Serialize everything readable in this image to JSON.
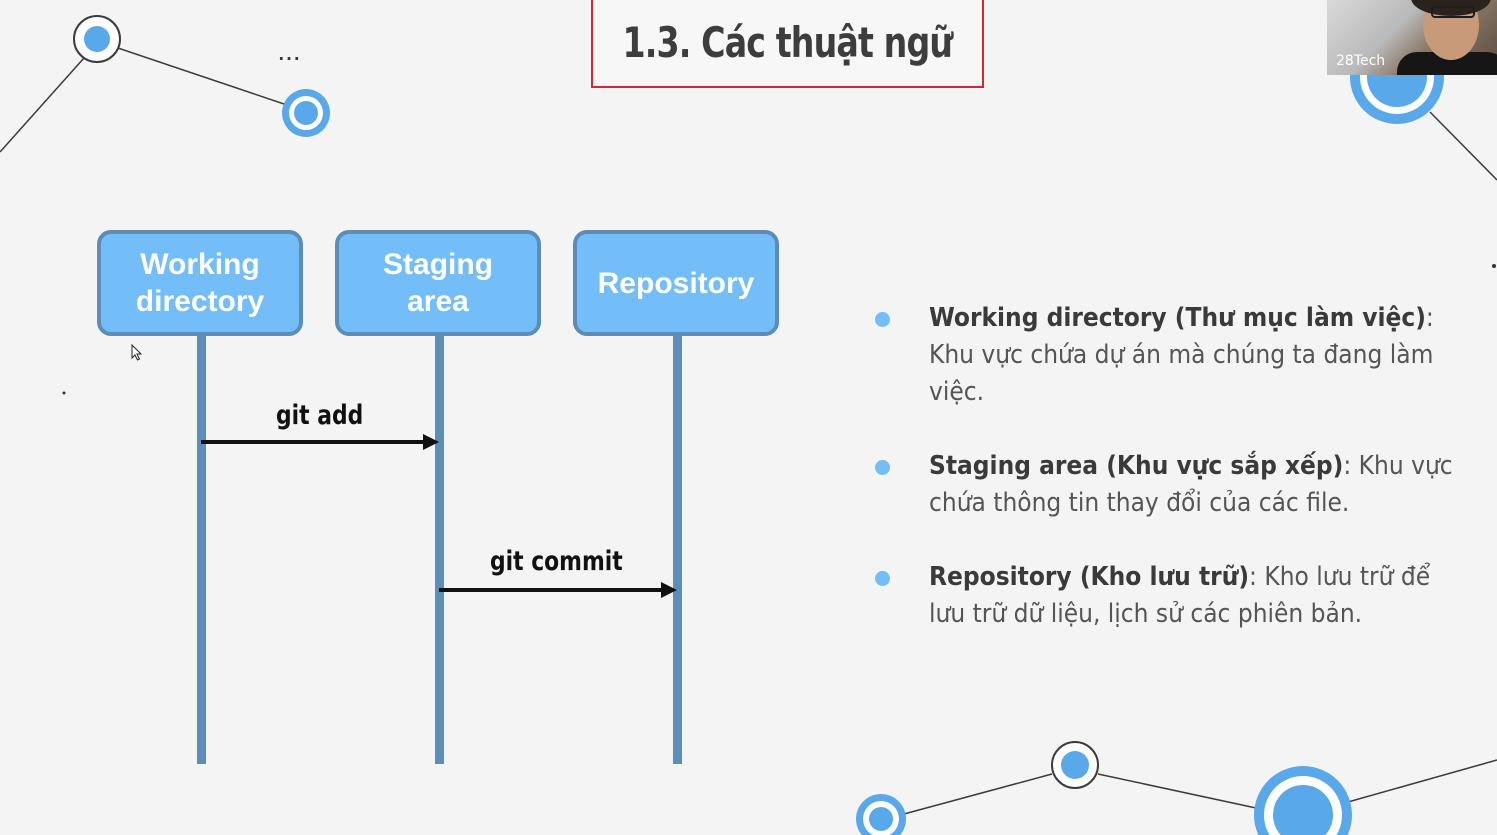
{
  "slide": {
    "title": "1.3. Các thuật ngữ",
    "ellipsis": "..."
  },
  "diagram": {
    "boxes": [
      {
        "line1": "Working",
        "line2": "directory"
      },
      {
        "line1": "Staging",
        "line2": "area"
      },
      {
        "line1": "Repository",
        "line2": ""
      }
    ],
    "messages": [
      {
        "label": "git add"
      },
      {
        "label": "git commit"
      }
    ]
  },
  "bullets": [
    {
      "term": "Working directory (Thư mục làm việc)",
      "desc": ": Khu vực chứa dự án mà chúng ta đang làm việc."
    },
    {
      "term": "Staging area (Khu vực sắp xếp)",
      "desc": ": Khu vực chứa thông tin thay đổi của các file."
    },
    {
      "term": "Repository (Kho lưu trữ)",
      "desc": ": Kho lưu trữ để lưu trữ dữ liệu, lịch sử các phiên bản."
    }
  ],
  "webcam": {
    "name": "28Tech"
  },
  "colors": {
    "box": "#73bef9",
    "box_border": "#5b8db8",
    "title_border": "#d9262b",
    "accent": "#59a9ea"
  }
}
